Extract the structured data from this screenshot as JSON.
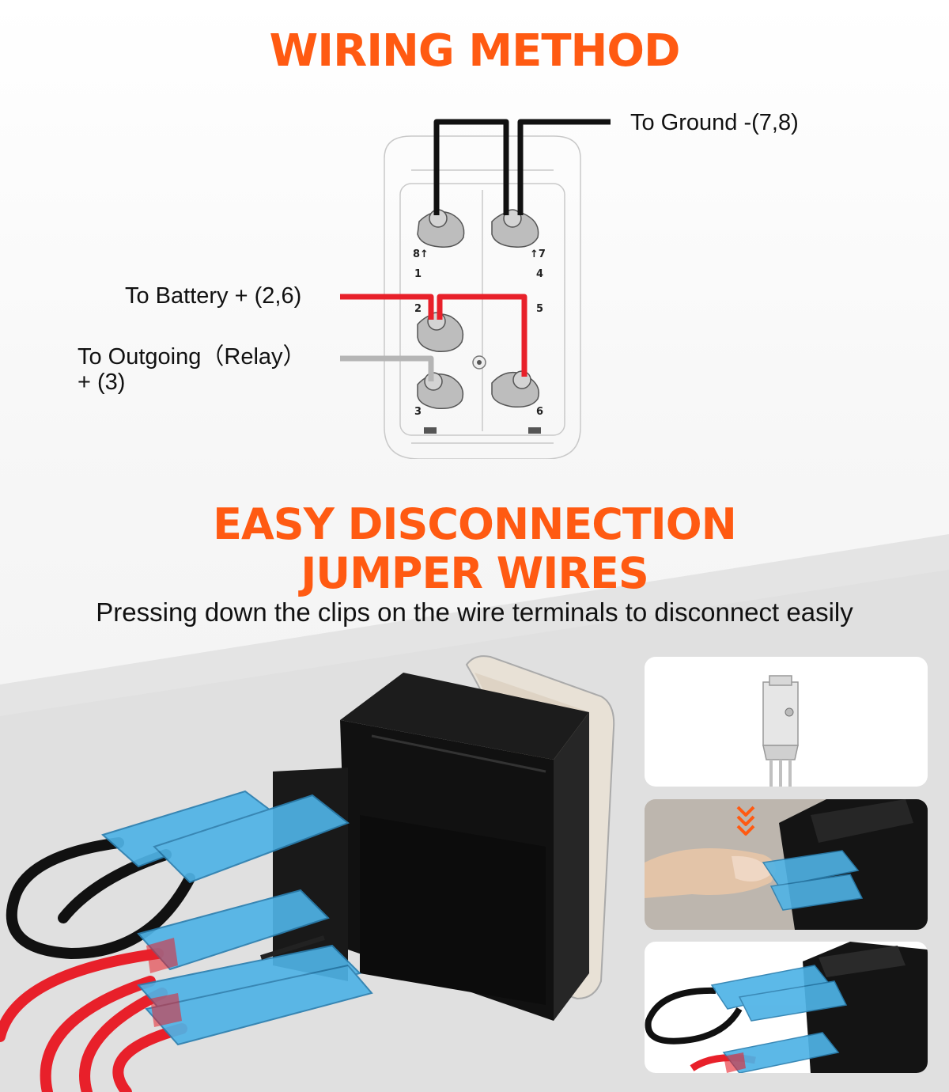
{
  "titles": {
    "wiring": "WIRING METHOD",
    "easy_line1": "EASY DISCONNECTION",
    "easy_line2": "JUMPER WIRES"
  },
  "subtitle": "Pressing down the clips on the wire terminals to disconnect easily",
  "labels": {
    "ground": "To Ground -(7,8)",
    "battery": "To Battery + (2,6)",
    "outgoing_line1": "To Outgoing（Relay）",
    "outgoing_line2": "+ (3)"
  },
  "pins": {
    "p8": "8↑",
    "p7": "↑7",
    "p1": "1",
    "p4": "4",
    "p2": "2",
    "p5": "5",
    "p3": "3",
    "p6": "6"
  },
  "colors": {
    "accent": "#ff5a12",
    "wire_ground": "#111111",
    "wire_battery": "#e8202a",
    "wire_outgoing": "#b5b5b5",
    "terminal_blue": "#4fb3e6"
  },
  "icons": {
    "press_indicator": "triple-chevron-down-icon"
  }
}
